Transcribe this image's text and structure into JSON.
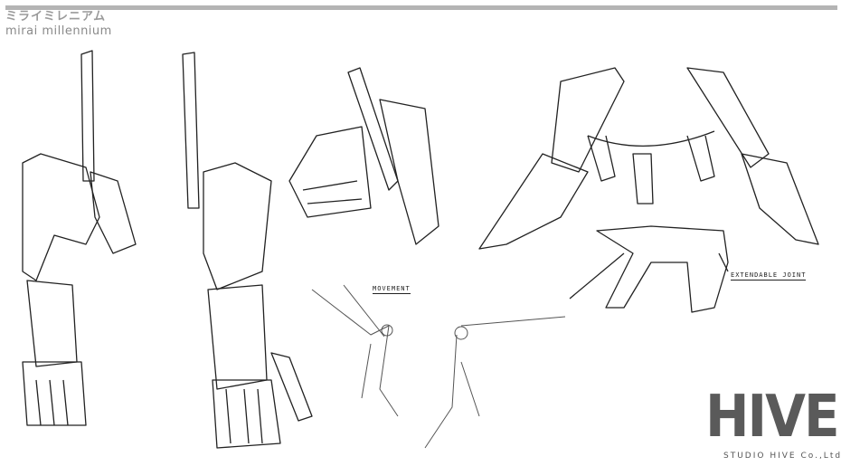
{
  "header": {
    "logo_jp": "ミライミレニアム",
    "logo_en": "mirai millennium"
  },
  "annotations": {
    "movement": "MOVEMENT",
    "extendable_joint": "EXTENDABLE JOINT"
  },
  "studio_logo": {
    "mark": "HIVE",
    "subtitle": "STUDIO HIVE Co.,Ltd."
  }
}
